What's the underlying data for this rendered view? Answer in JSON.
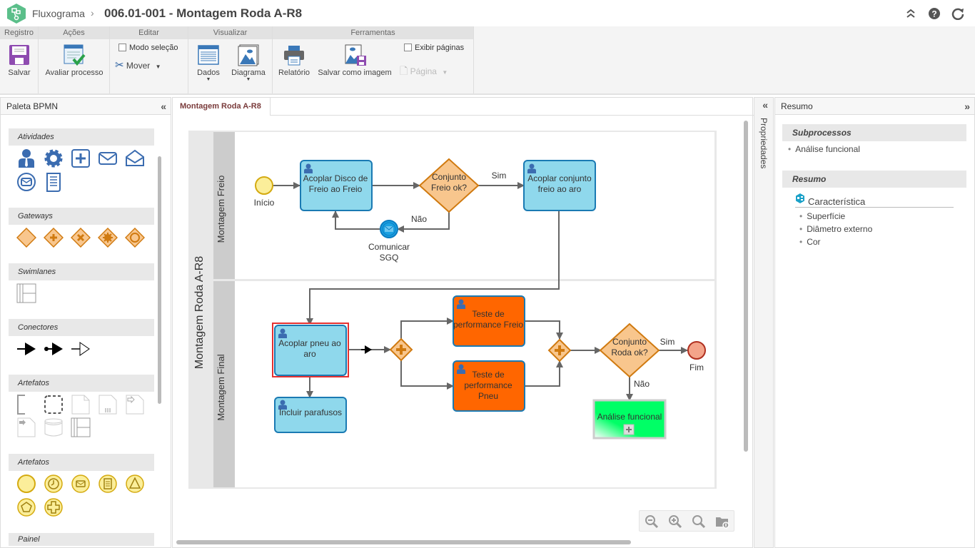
{
  "header": {
    "app": "Fluxograma",
    "separator": "›",
    "title": "006.01-001 - Montagem Roda A-R8",
    "icons": [
      "collapse-up-icon",
      "help-icon",
      "refresh-icon"
    ]
  },
  "ribbon": {
    "groups": [
      {
        "title": "Registro"
      },
      {
        "title": "Ações"
      },
      {
        "title": "Editar"
      },
      {
        "title": "Visualizar"
      },
      {
        "title": "Ferramentas"
      }
    ],
    "save": "Salvar",
    "evaluate": "Avaliar processo",
    "selection_mode": "Modo seleção",
    "move": "Mover",
    "data": "Dados",
    "diagram": "Diagrama",
    "report": "Relatório",
    "save_image": "Salvar como imagem",
    "show_pages": "Exibir páginas",
    "page": "Página"
  },
  "palette": {
    "title": "Paleta BPMN",
    "sections": [
      "Atividades",
      "Gateways",
      "Swimlanes",
      "Conectores",
      "Artefatos",
      "Artefatos",
      "Painel"
    ]
  },
  "canvas": {
    "tab": "Montagem Roda A-R8",
    "pool": "Montagem Roda A-R8",
    "lanes": [
      "Montagem Freio",
      "Montagem Final"
    ],
    "nodes": {
      "start": "Início",
      "task1_l1": "Acoplar Disco de",
      "task1_l2": "Freio ao Freio",
      "gw1_l1": "Conjunto",
      "gw1_l2": "Freio ok?",
      "sim1": "Sim",
      "nao1": "Não",
      "task2_l1": "Acoplar conjunto",
      "task2_l2": "freio ao aro",
      "msg_l1": "Comunicar",
      "msg_l2": "SGQ",
      "task3_l1": "Acoplar pneu ao",
      "task3_l2": "aro",
      "task4": "Incluir parafusos",
      "task5_l1": "Teste de",
      "task5_l2": "performance Freio",
      "task6_l1": "Teste de",
      "task6_l2": "performance",
      "task6_l3": "Pneu",
      "gw2_l1": "Conjunto",
      "gw2_l2": "Roda ok?",
      "sim2": "Sim",
      "nao2": "Não",
      "end": "Fim",
      "subprocess": "Análise funcional"
    },
    "colors": {
      "task": "#8fd8ec",
      "task_border": "#1a7ab3",
      "orange_task": "#ff6600",
      "gateway": "#f8c68d",
      "gateway_border": "#d07a10",
      "start": "#fbee9a",
      "end": "#f4a48a",
      "subprocess": "#00ff66",
      "selected": "#e53030"
    }
  },
  "properties_label": "Propriedades",
  "summary": {
    "title": "Resumo",
    "subprocess_header": "Subprocessos",
    "subprocesses": [
      "Análise funcional"
    ],
    "summary_header": "Resumo",
    "characteristic": "Característica",
    "characteristics": [
      "Superfície",
      "Diâmetro externo",
      "Cor"
    ]
  }
}
